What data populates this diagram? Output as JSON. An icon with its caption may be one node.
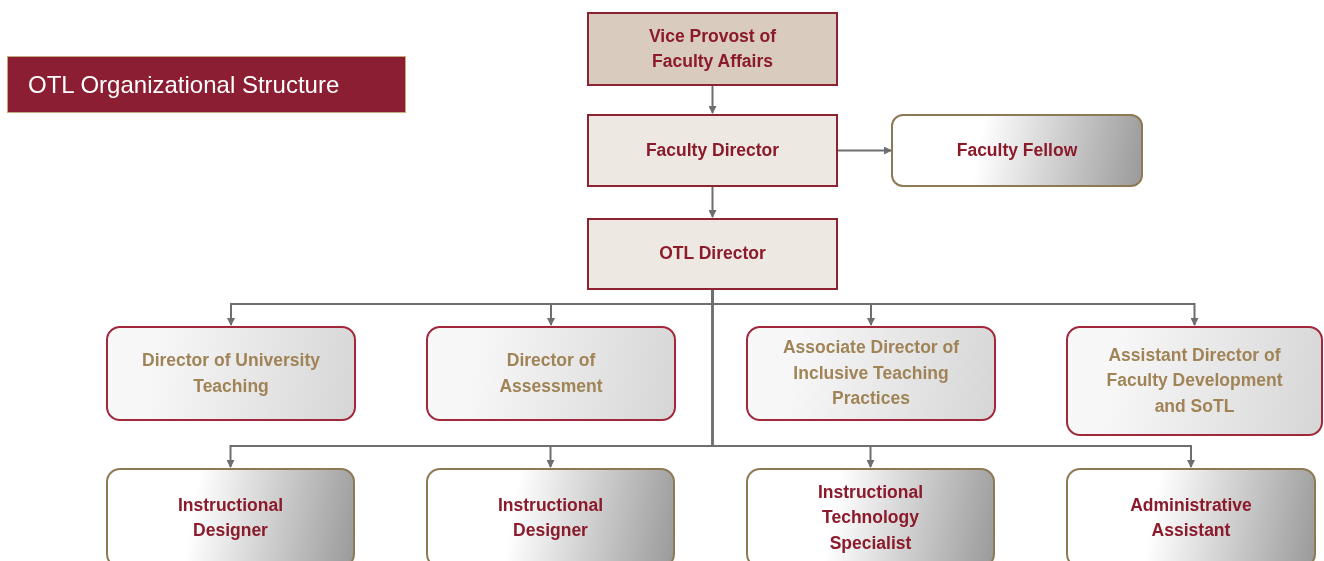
{
  "diagram": {
    "title": "OTL Organizational Structure",
    "nodes": [
      {
        "text": [
          "Vice Provost of Faculty Affairs"
        ]
      },
      {
        "text": [
          "Faculty Director"
        ]
      },
      {
        "text": [
          "Faculty Fellow"
        ]
      },
      {
        "text": [
          "OTL Director"
        ]
      },
      {
        "text": [
          "Director of University Teaching"
        ]
      },
      {
        "text": [
          "Director of Assessment"
        ]
      },
      {
        "text": [
          "Associate Director of Inclusive Teaching Practices"
        ]
      },
      {
        "text": [
          "Assistant Director of Faculty Development and SoTL"
        ]
      },
      {
        "text": [
          "Instructional Designer"
        ]
      },
      {
        "text": [
          "Instructional Designer"
        ]
      },
      {
        "text": [
          "Instructional Technology Specialist"
        ]
      },
      {
        "text": [
          "Administrative Assistant"
        ]
      }
    ],
    "edges": [
      {
        "from": 0,
        "to": 1,
        "arrow": "to"
      },
      {
        "from": 1,
        "to": 2,
        "arrow": "to"
      },
      {
        "from": 1,
        "to": 3,
        "arrow": "to"
      },
      {
        "from": 3,
        "to": 4,
        "arrow": "to"
      },
      {
        "from": 3,
        "to": 5,
        "arrow": "to"
      },
      {
        "from": 3,
        "to": 6,
        "arrow": "to"
      },
      {
        "from": 3,
        "to": 7,
        "arrow": "to"
      },
      {
        "from": 3,
        "to": 8,
        "arrow": "to"
      },
      {
        "from": 3,
        "to": 9,
        "arrow": "to"
      },
      {
        "from": 3,
        "to": 10,
        "arrow": "to"
      },
      {
        "from": 3,
        "to": 11,
        "arrow": "to"
      }
    ]
  }
}
